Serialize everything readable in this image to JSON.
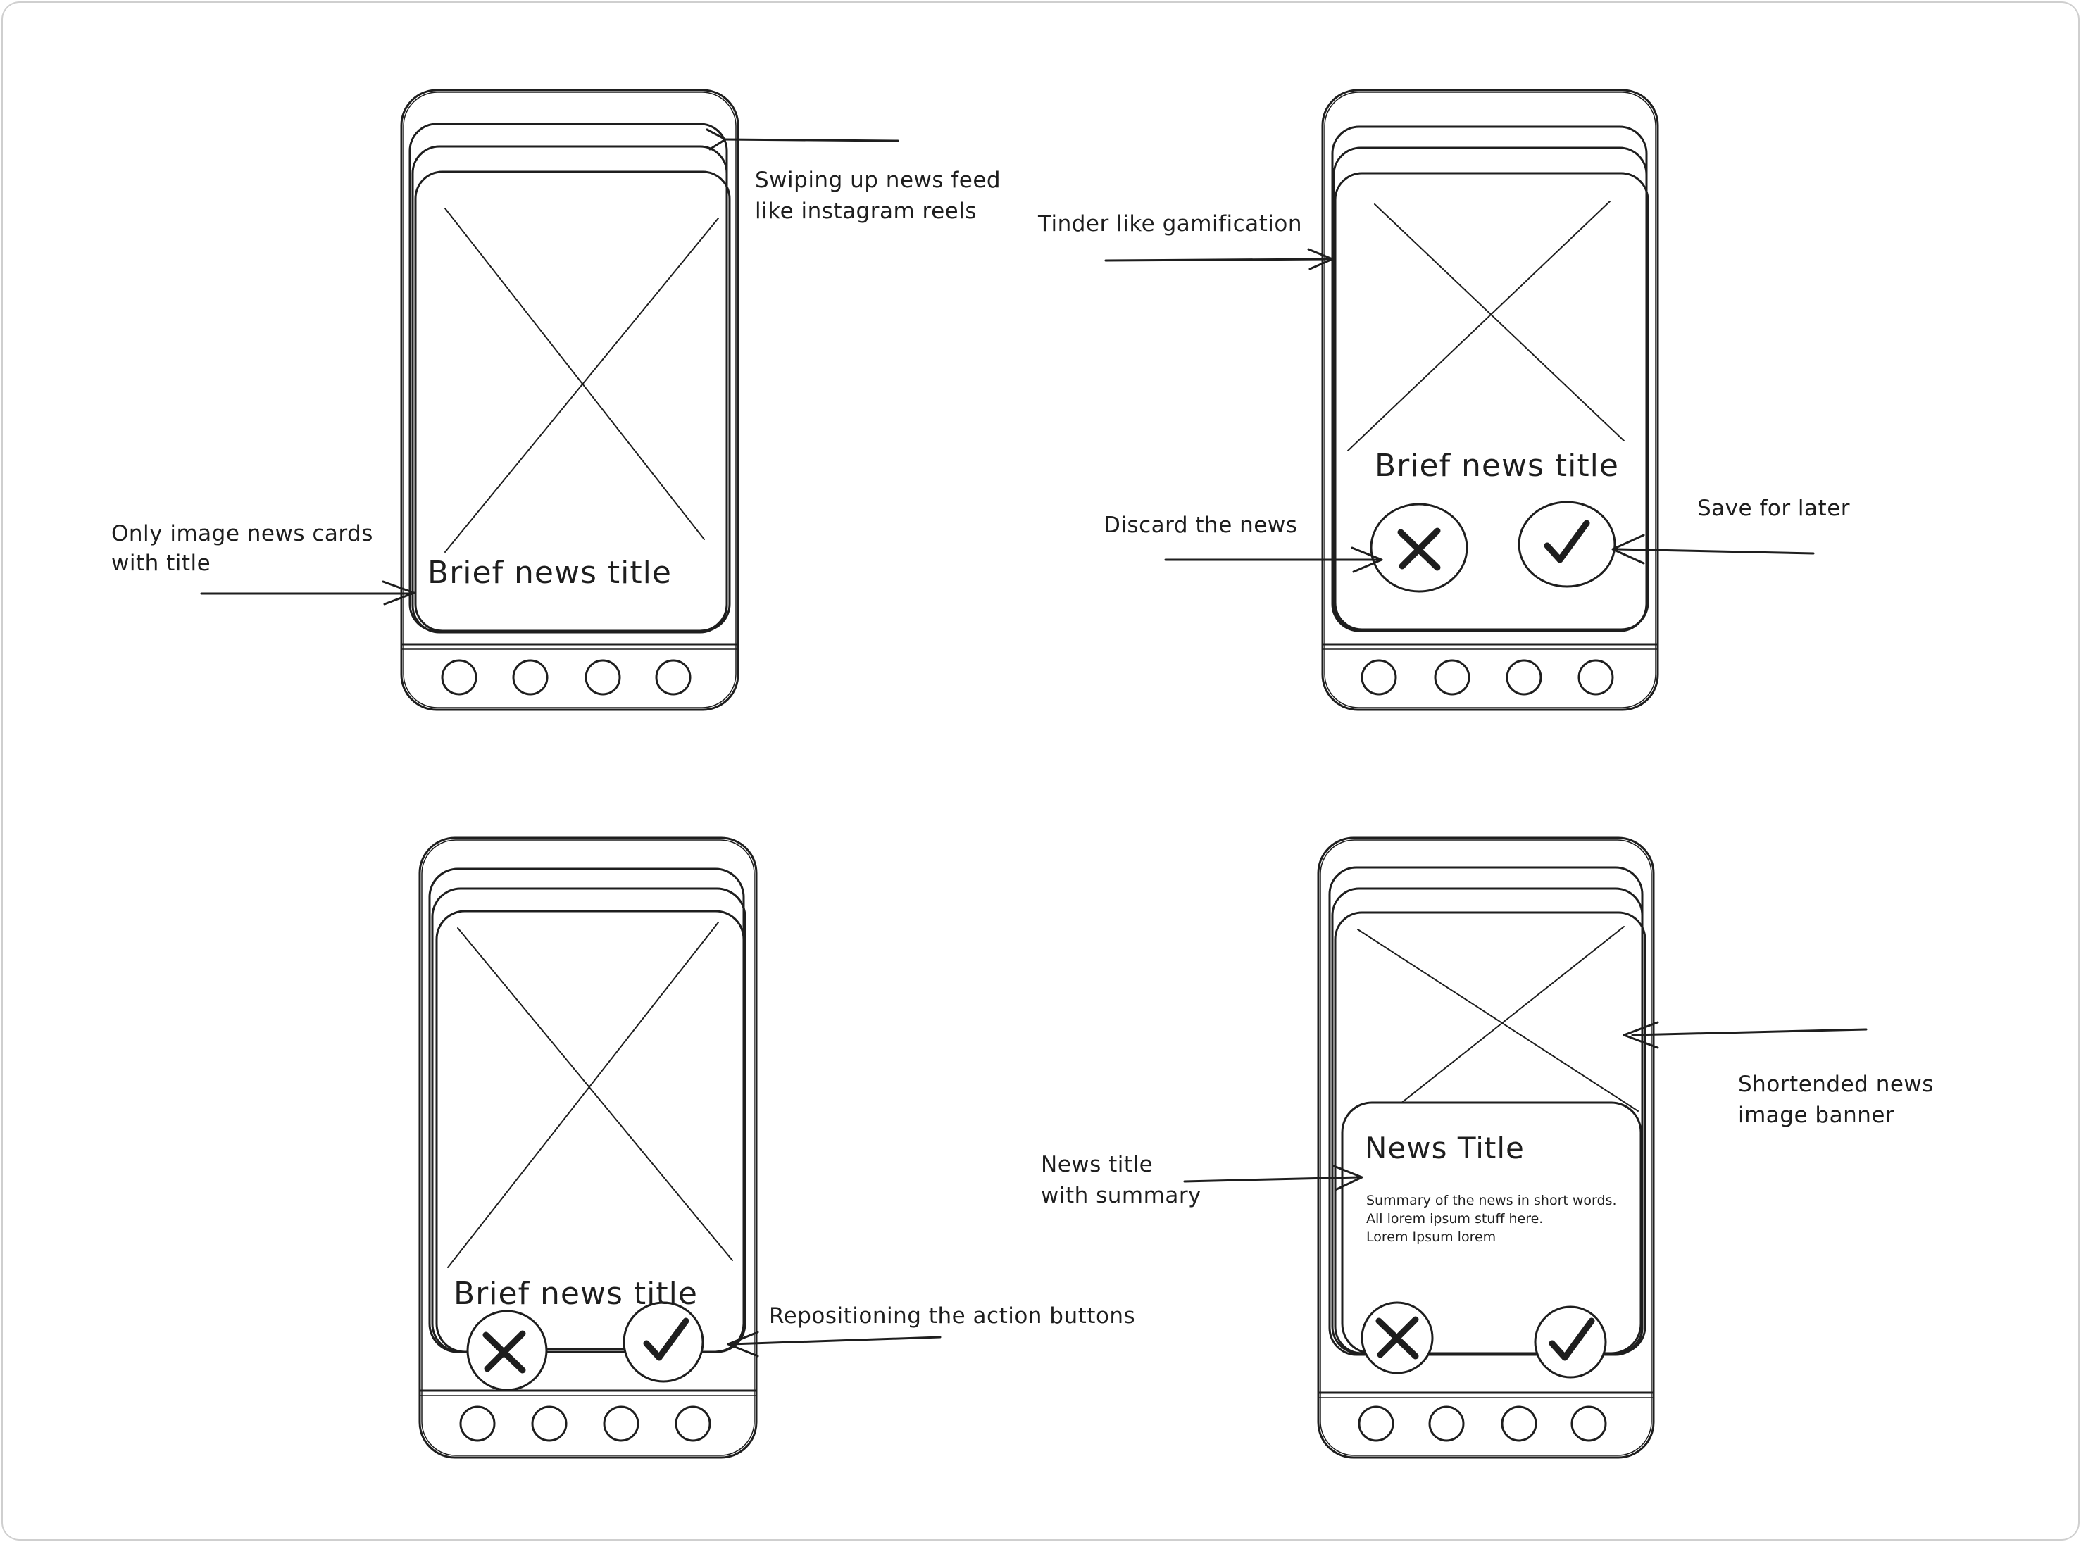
{
  "canvas": {
    "stroke_color": "#1e1e1e",
    "background": "#ffffff"
  },
  "sketch_1": {
    "card_title": "Brief news title",
    "annotation_top_line1": "Swiping up news feed",
    "annotation_top_line2": "like instagram reels",
    "annotation_left_line1": "Only image news cards",
    "annotation_left_line2": "with title"
  },
  "sketch_2": {
    "card_title": "Brief news title",
    "annotation_gamification": "Tinder like gamification",
    "annotation_discard": "Discard the news",
    "annotation_save": "Save for later",
    "discard_icon": "x-mark-icon",
    "save_icon": "check-mark-icon"
  },
  "sketch_3": {
    "card_title": "Brief news title",
    "annotation_reposition": "Repositioning the action buttons",
    "discard_icon": "x-mark-icon",
    "save_icon": "check-mark-icon"
  },
  "sketch_4": {
    "news_title": "News Title",
    "summary_line1": "Summary of the news in short words.",
    "summary_line2": "All lorem ipsum stuff here.",
    "summary_line3": "Lorem Ipsum lorem",
    "annotation_banner_line1": "Shortended news",
    "annotation_banner_line2": "image banner",
    "annotation_title_line1": "News title",
    "annotation_title_line2": "with summary",
    "discard_icon": "x-mark-icon",
    "save_icon": "check-mark-icon"
  }
}
